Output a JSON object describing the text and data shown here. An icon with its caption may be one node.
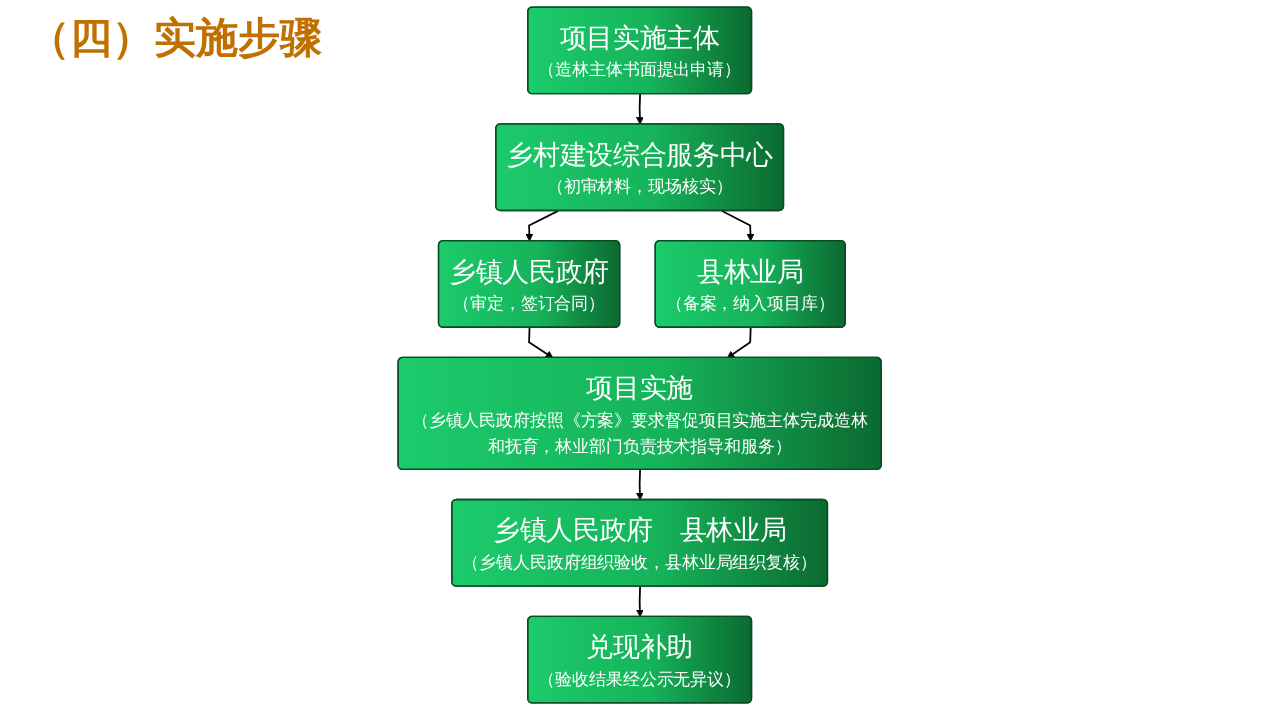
{
  "diagram": {
    "title": "（四）实施步骤",
    "nodes": [
      {
        "text": [
          "项目实施主体",
          "（造林主体书面提出申请）"
        ]
      },
      {
        "text": [
          "乡村建设综合服务中心",
          "（初审材料，现场核实）"
        ]
      },
      {
        "text": [
          "乡镇人民政府",
          "（审定，签订合同）"
        ]
      },
      {
        "text": [
          "项目实施",
          "（乡镇人民政府按照《方案》要求督促项目实施主体完成造林和抚育，林业部门负责技术指导和服务）"
        ]
      },
      {
        "text": [
          "县林业局",
          "（备案，纳入项目库）"
        ]
      },
      {
        "text": [
          "乡镇人民政府　县林业局",
          "（乡镇人民政府组织验收，县林业局组织复核）"
        ]
      },
      {
        "text": [
          "兑现补助",
          "（验收结果经公示无异议）"
        ]
      }
    ],
    "edges": [
      {
        "from": 0,
        "to": 1,
        "arrow": "to"
      },
      {
        "from": 1,
        "to": 2,
        "arrow": "to"
      },
      {
        "from": 1,
        "to": 4,
        "arrow": "to"
      },
      {
        "from": 2,
        "to": 3,
        "arrow": "to"
      },
      {
        "from": 4,
        "to": 3,
        "arrow": "to"
      },
      {
        "from": 3,
        "to": 5,
        "arrow": "to"
      },
      {
        "from": 5,
        "to": 6,
        "arrow": "to"
      }
    ]
  }
}
